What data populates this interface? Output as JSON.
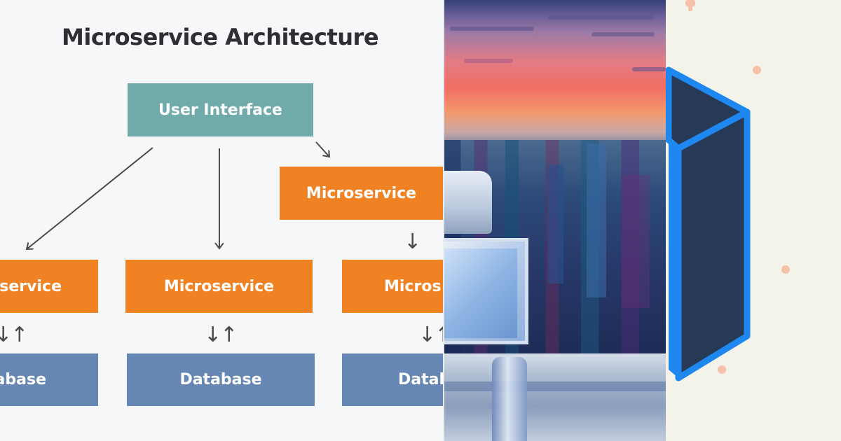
{
  "diagram": {
    "title": "Microservice Architecture",
    "user_interface_label": "User Interface",
    "microservice_top_label": "Microservice",
    "microservice_left_label": "oservice",
    "microservice_center_label": "Microservice",
    "microservice_right_label": "Micros",
    "database_left_label": "abase",
    "database_center_label": "Database",
    "database_right_label": "Datal",
    "bidirectional_arrow": "↓↑",
    "down_arrow": "↓",
    "colors": {
      "user_interface": "#70aaaa",
      "microservice": "#f08224",
      "database": "#6687b4",
      "background": "#f6f7f9",
      "arrow": "#4a4a4a"
    }
  },
  "painting": {
    "subject": "city-at-sunset-with-computer-monitor"
  },
  "isometric": {
    "subject": "isometric-server-block",
    "colors": {
      "outline": "#1e88f0",
      "face": "#263a55",
      "background": "#f4f3e9",
      "dots": "#f6c1a8"
    }
  }
}
